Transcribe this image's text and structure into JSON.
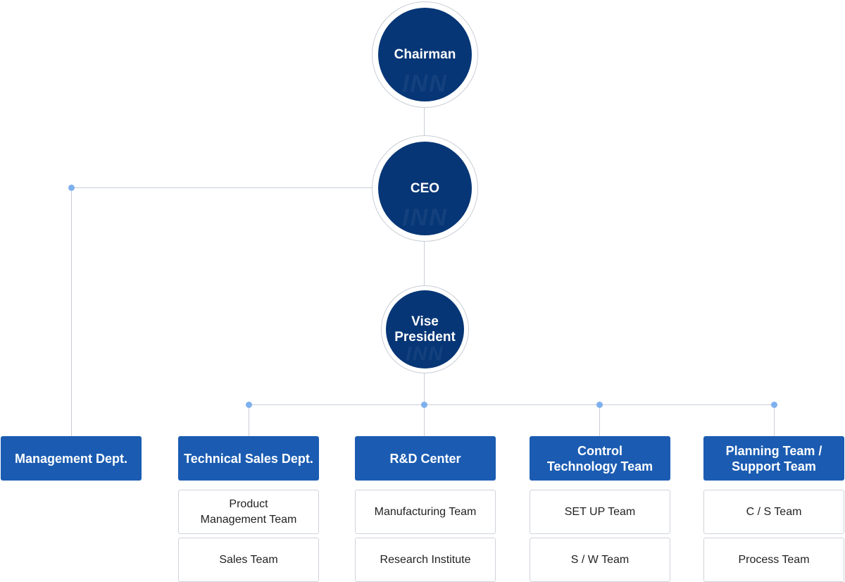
{
  "colors": {
    "circle": "#063676",
    "dept": "#1b5cb2",
    "line": "#c9ced6",
    "dot": "#7eb0ee"
  },
  "watermark": "INN",
  "chairman": "Chairman",
  "ceo": "CEO",
  "vice_president": "Vise\nPresident",
  "departments": [
    {
      "label": "Management Dept.",
      "teams": []
    },
    {
      "label": "Technical Sales Dept.",
      "teams": [
        "Product\nManagement Team",
        "Sales Team"
      ]
    },
    {
      "label": "R&D Center",
      "teams": [
        "Manufacturing Team",
        "Research Institute"
      ]
    },
    {
      "label": "Control\nTechnology Team",
      "teams": [
        "SET UP Team",
        "S / W Team"
      ]
    },
    {
      "label": "Planning Team /\nSupport Team",
      "teams": [
        "C / S Team",
        "Process Team"
      ]
    }
  ]
}
